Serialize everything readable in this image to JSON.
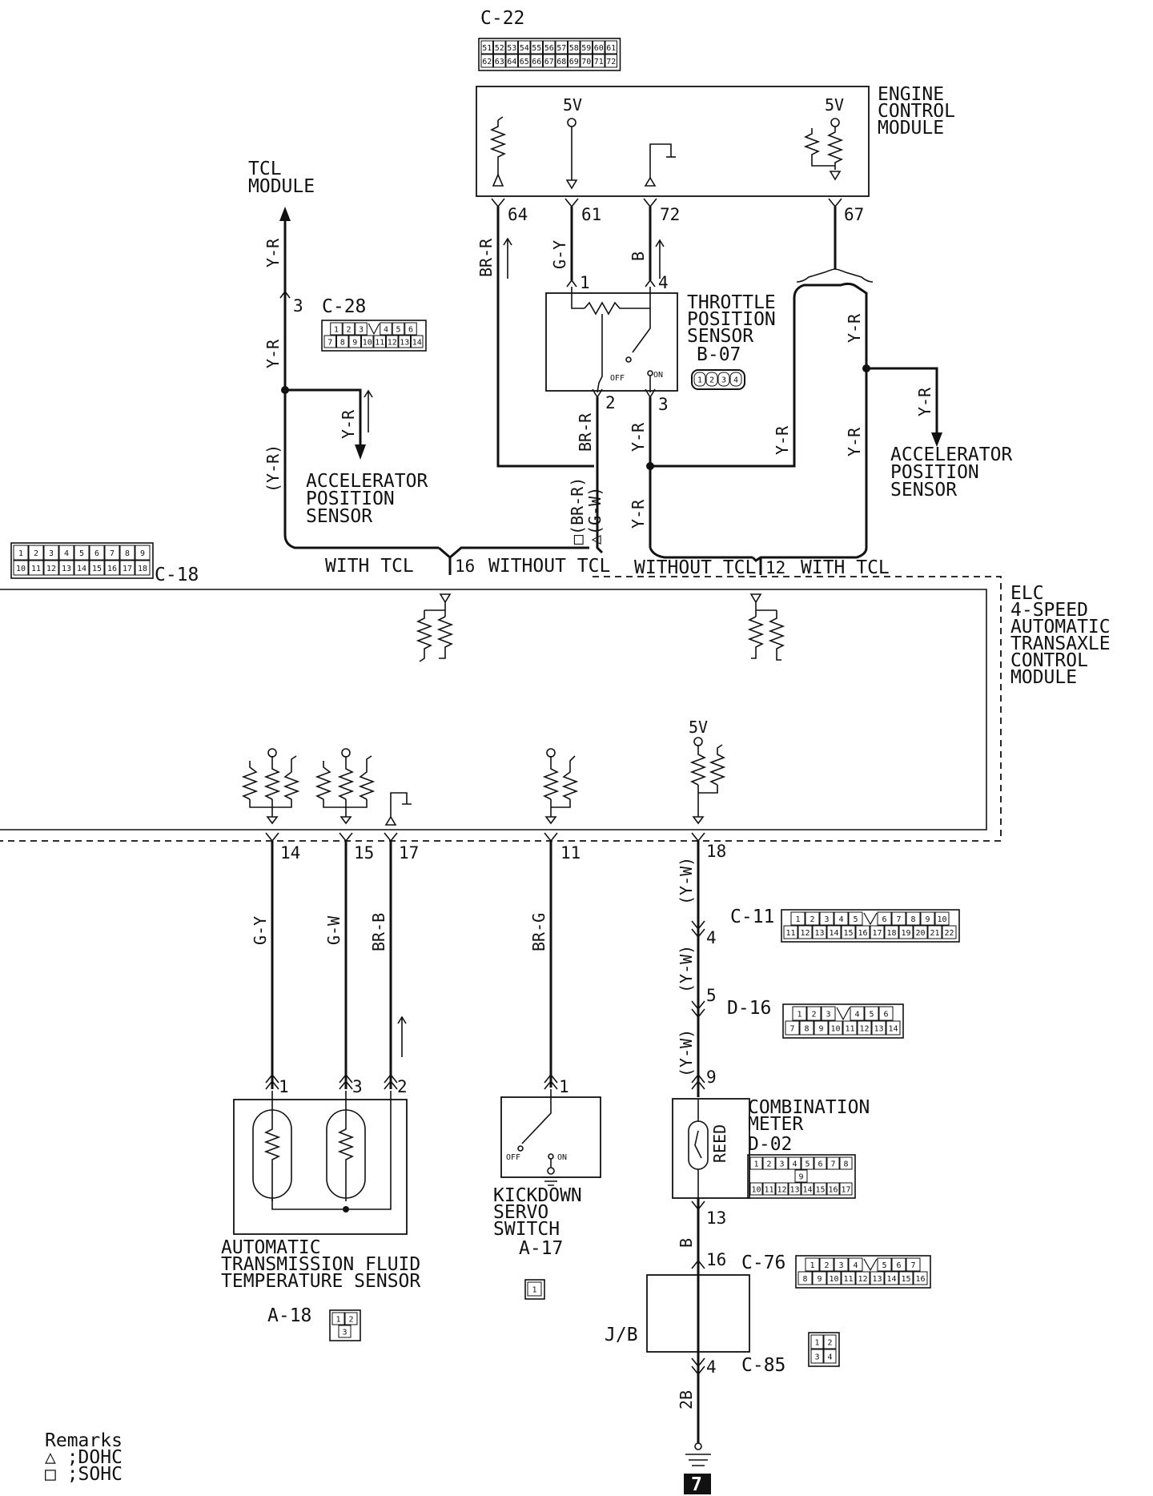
{
  "modules": {
    "ecm": [
      "ENGINE",
      "CONTROL",
      "MODULE"
    ],
    "tcl": [
      "TCL",
      "MODULE"
    ],
    "aps_left": [
      "ACCELERATOR",
      "POSITION",
      "SENSOR"
    ],
    "aps_right": [
      "ACCELERATOR",
      "POSITION",
      "SENSOR"
    ],
    "tps": [
      "THROTTLE",
      "POSITION",
      "SENSOR"
    ],
    "elc": [
      "ELC",
      "4-SPEED",
      "AUTOMATIC",
      "TRANSAXLE",
      "CONTROL",
      "MODULE"
    ],
    "atf_sensor": [
      "AUTOMATIC",
      "TRANSMISSION FLUID",
      "TEMPERATURE SENSOR"
    ],
    "kickdown": [
      "KICKDOWN",
      "SERVO",
      "SWITCH"
    ],
    "meter": [
      "COMBINATION",
      "METER"
    ],
    "jb": "J/B",
    "reed": "REED"
  },
  "connectors": {
    "c22": {
      "name": "C-22",
      "rows": [
        [
          "51",
          "52",
          "53",
          "54",
          "55",
          "56",
          "57",
          "58",
          "59",
          "60",
          "61"
        ],
        [
          "62",
          "63",
          "64",
          "65",
          "66",
          "67",
          "68",
          "69",
          "70",
          "71",
          "72"
        ]
      ]
    },
    "c28": {
      "name": "C-28",
      "rows": [
        [
          "1",
          "2",
          "3",
          "",
          "4",
          "5",
          "6"
        ],
        [
          "7",
          "8",
          "9",
          "10",
          "11",
          "12",
          "13",
          "14"
        ]
      ]
    },
    "b07": {
      "name": "B-07",
      "rows": [
        [
          "1",
          "2",
          "3",
          "4"
        ]
      ]
    },
    "c18": {
      "name": "C-18",
      "rows": [
        [
          "1",
          "2",
          "3",
          "4",
          "5",
          "6",
          "7",
          "8",
          "9"
        ],
        [
          "10",
          "11",
          "12",
          "13",
          "14",
          "15",
          "16",
          "17",
          "18"
        ]
      ]
    },
    "c11": {
      "name": "C-11",
      "rows": [
        [
          "1",
          "2",
          "3",
          "4",
          "5",
          "",
          "6",
          "7",
          "8",
          "9",
          "10"
        ],
        [
          "11",
          "12",
          "13",
          "14",
          "15",
          "16",
          "17",
          "18",
          "19",
          "20",
          "21",
          "22"
        ]
      ]
    },
    "d16": {
      "name": "D-16",
      "rows": [
        [
          "1",
          "2",
          "3",
          "",
          "4",
          "5",
          "6"
        ],
        [
          "7",
          "8",
          "9",
          "10",
          "11",
          "12",
          "13",
          "14"
        ]
      ]
    },
    "d02": {
      "name": "D-02",
      "rows": [
        [
          "1",
          "2",
          "3",
          "4",
          "5",
          "6",
          "7",
          "8"
        ],
        [
          "9"
        ],
        [
          "10",
          "11",
          "12",
          "13",
          "14",
          "15",
          "16",
          "17"
        ]
      ]
    },
    "c76": {
      "name": "C-76",
      "rows": [
        [
          "1",
          "2",
          "3",
          "4",
          "",
          "5",
          "6",
          "7"
        ],
        [
          "8",
          "9",
          "10",
          "11",
          "12",
          "13",
          "14",
          "15",
          "16"
        ]
      ]
    },
    "c85": {
      "name": "C-85",
      "rows": [
        [
          "1",
          "2"
        ],
        [
          "3",
          "4"
        ]
      ]
    },
    "a18": {
      "name": "A-18",
      "rows": [
        [
          "1",
          "2"
        ],
        [
          "3"
        ]
      ]
    },
    "a17": {
      "name": "A-17",
      "rows": [
        [
          "1"
        ]
      ]
    }
  },
  "wires": {
    "yr": "Y-R",
    "yr_paren": "(Y-R)",
    "brr": "BR-R",
    "brr_dual": "□(BR-R)",
    "gw_dual": "△(G-W)",
    "gy": "G-Y",
    "b": "B",
    "gw": "G-W",
    "brb": "BR-B",
    "brg": "BR-G",
    "yw": "(Y-W)",
    "b2": "2B"
  },
  "pins": {
    "ecm": [
      "64",
      "61",
      "72",
      "67"
    ],
    "tps": [
      "1",
      "4",
      "2",
      "3"
    ],
    "tcl": "3",
    "elc_top": [
      "16",
      "12"
    ],
    "elc_bottom": [
      "14",
      "15",
      "17",
      "11",
      "18"
    ],
    "c11": "4",
    "d16": "5",
    "meter_in": "9",
    "meter_out": "13",
    "jb_in": "16",
    "jb_out": "4",
    "atf": [
      "1",
      "3",
      "2"
    ],
    "kickdown": "1"
  },
  "switch": {
    "off": "OFF",
    "on": "ON"
  },
  "supply": "5V",
  "branches": {
    "with_tcl": "WITH TCL",
    "without_tcl": "WITHOUT TCL"
  },
  "ground_id": "7",
  "remarks": {
    "title": "Remarks",
    "dohc": "△ ;DOHC",
    "sohc": "□ ;SOHC"
  }
}
